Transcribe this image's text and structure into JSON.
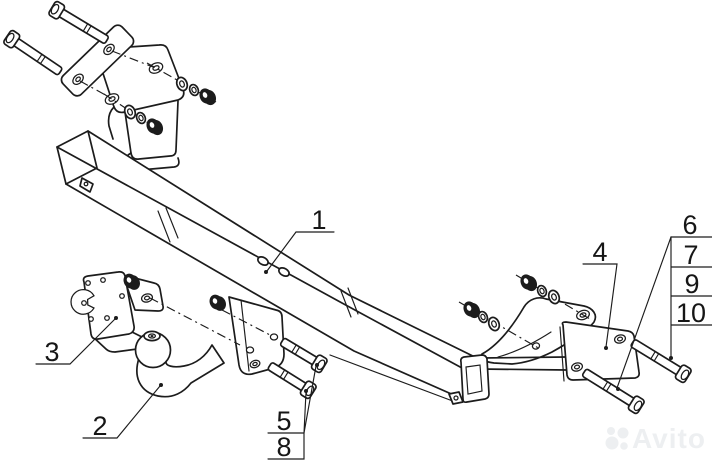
{
  "canvas": {
    "background": "#ffffff",
    "line_color": "#1c1c1c"
  },
  "callouts": {
    "c1": "1",
    "c2": "2",
    "c3": "3",
    "c4": "4",
    "c5": "5",
    "c6": "6",
    "c7": "7",
    "c8": "8",
    "c9": "9",
    "c10": "10"
  },
  "watermark": {
    "text": "Avito",
    "color": "#edeff1"
  }
}
